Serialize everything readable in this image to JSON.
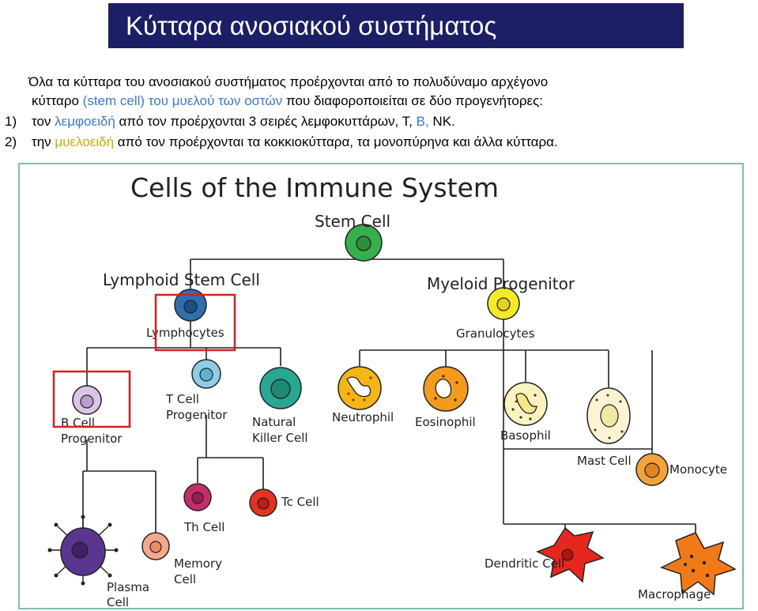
{
  "title": "Κύτταρα ανοσιακού συστήματος",
  "intro": {
    "line1": "Όλα τα κύτταρα του ανοσιακού συστήματος προέρχονται από το πολυδύναμο αρχέγονο",
    "line2_a": "κύτταρο ",
    "line2_b": "(stem cell) του μυελού των οστών",
    "line2_c": " που διαφοροποιείται σε δύο προγενήτορες:",
    "item1_num": "1)",
    "item1_a": "τον ",
    "item1_b": "λεμφοειδή",
    "item1_c": " από τον προέρχονται 3 σειρές λεμφοκυττάρων, Τ, ",
    "item1_d": "Β,",
    "item1_e": " ΝΚ.",
    "item2_num": "2)",
    "item2_a": "την ",
    "item2_b": "μυελοειδή",
    "item2_c": " από τον προέρχονται τα κοκκιοκύτταρα, τα μονοπύρηνα και άλλα κύτταρα."
  },
  "diagram": {
    "heading": "Cells of the Immune System",
    "labels": {
      "stem_cell": "Stem Cell",
      "lymphoid": "Lymphoid Stem Cell",
      "myeloid": "Myeloid Progenitor",
      "lymphocytes": "Lymphocytes",
      "granulocytes": "Granulocytes",
      "b_cell_1": "B Cell",
      "b_cell_2": "Progenitor",
      "t_cell_1": "T Cell",
      "t_cell_2": "Progenitor",
      "nk_1": "Natural",
      "nk_2": "Killer Cell",
      "neutrophil": "Neutrophil",
      "eosinophil": "Eosinophil",
      "basophil": "Basophil",
      "mast": "Mast Cell",
      "monocyte": "Monocyte",
      "th": "Th Cell",
      "tc": "Tc Cell",
      "plasma_1": "Plasma",
      "plasma_2": "Cell",
      "memory_1": "Memory",
      "memory_2": "Cell",
      "dendritic": "Dendritic Cell",
      "macrophage": "Macrophage"
    }
  },
  "colors": {
    "title_bg": "#1c1f66",
    "highlight_blue": "#3c78d8",
    "highlight_yellow": "#d8a800",
    "frame": "#7fbfae",
    "box_red": "#d62020"
  }
}
